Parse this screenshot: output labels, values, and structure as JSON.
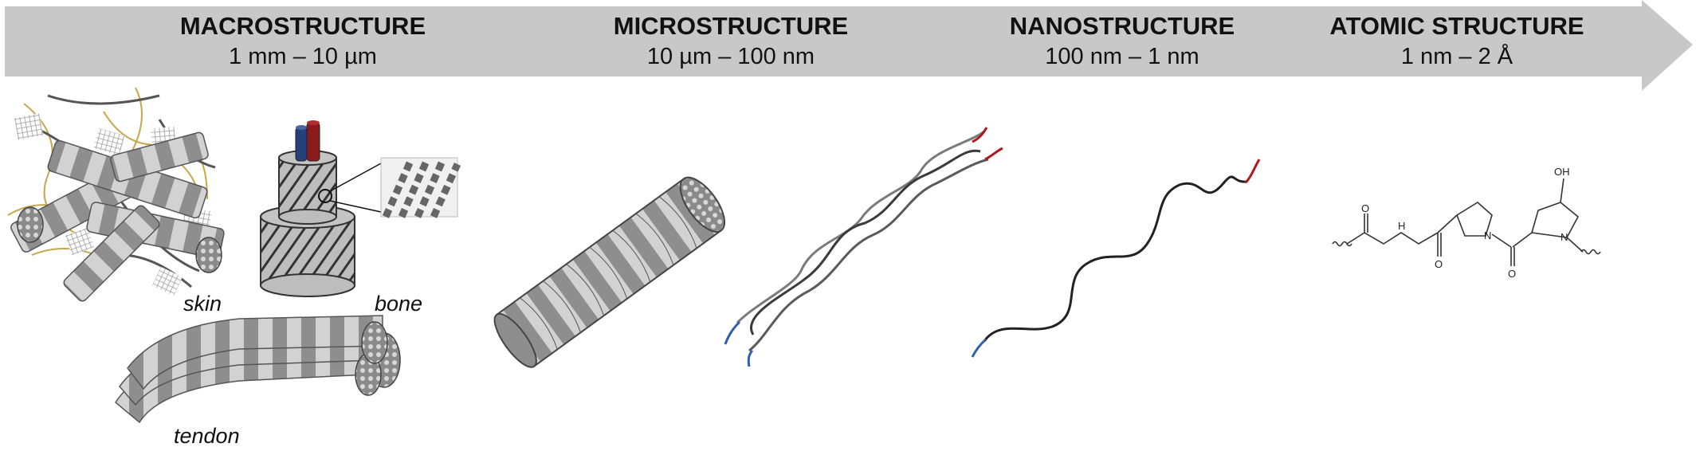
{
  "scale_arrow": {
    "stages": [
      {
        "title": "MACROSTRUCTURE",
        "range": "1 mm – 10 µm"
      },
      {
        "title": "MICROSTRUCTURE",
        "range": "10 µm – 100 nm"
      },
      {
        "title": "NANOSTRUCTURE",
        "range": "100 nm – 1 nm"
      },
      {
        "title": "ATOMIC STRUCTURE",
        "range": "1 nm – 2 Å"
      }
    ]
  },
  "captions": {
    "skin": "skin",
    "bone": "bone",
    "tendon": "tendon"
  },
  "atom_labels": {
    "oxygen": "O",
    "nitrogen_h": "H",
    "nitrogen_ring": "N",
    "hydroxyl": "OH"
  },
  "colors": {
    "arrow": "#c8c8c8",
    "fibril_light": "#d2d2d2",
    "fibril_dark": "#8e8e8e",
    "fiber_gold": "#c8a64a",
    "chain_blue": "#2e5fa8",
    "chain_red": "#b0181c",
    "vessel_blue": "#26407a",
    "vessel_red": "#8c1a1a"
  }
}
